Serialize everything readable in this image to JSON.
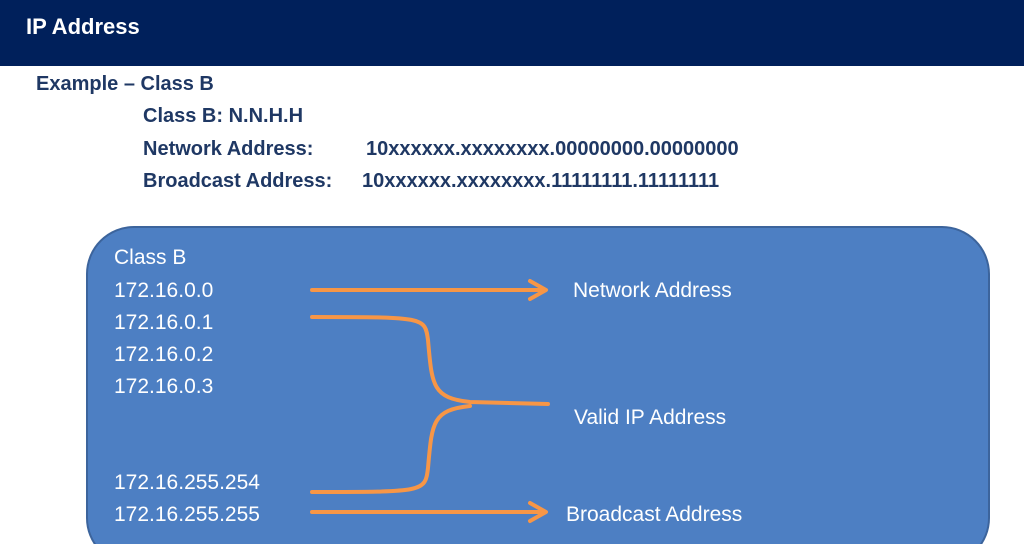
{
  "header": {
    "title": "IP Address"
  },
  "example": {
    "heading": "Example – Class B",
    "class_line": "Class B: N.N.H.H",
    "network_label": "Network Address:",
    "network_value": "10xxxxxx.xxxxxxxx.00000000.00000000",
    "broadcast_label": "Broadcast Address:",
    "broadcast_value": "10xxxxxx.xxxxxxxx.11111111.11111111"
  },
  "diagram": {
    "title": "Class B",
    "addresses": [
      "172.16.0.0",
      "172.16.0.1",
      "172.16.0.2",
      "172.16.0.3",
      "172.16.255.254",
      "172.16.255.255"
    ],
    "labels": {
      "network": "Network Address",
      "valid": "Valid IP Address",
      "broadcast": "Broadcast Address"
    },
    "colors": {
      "panel": "#4d7fc3",
      "arrow": "#f79646",
      "header": "#00205b",
      "heading_text": "#1f3864"
    }
  }
}
